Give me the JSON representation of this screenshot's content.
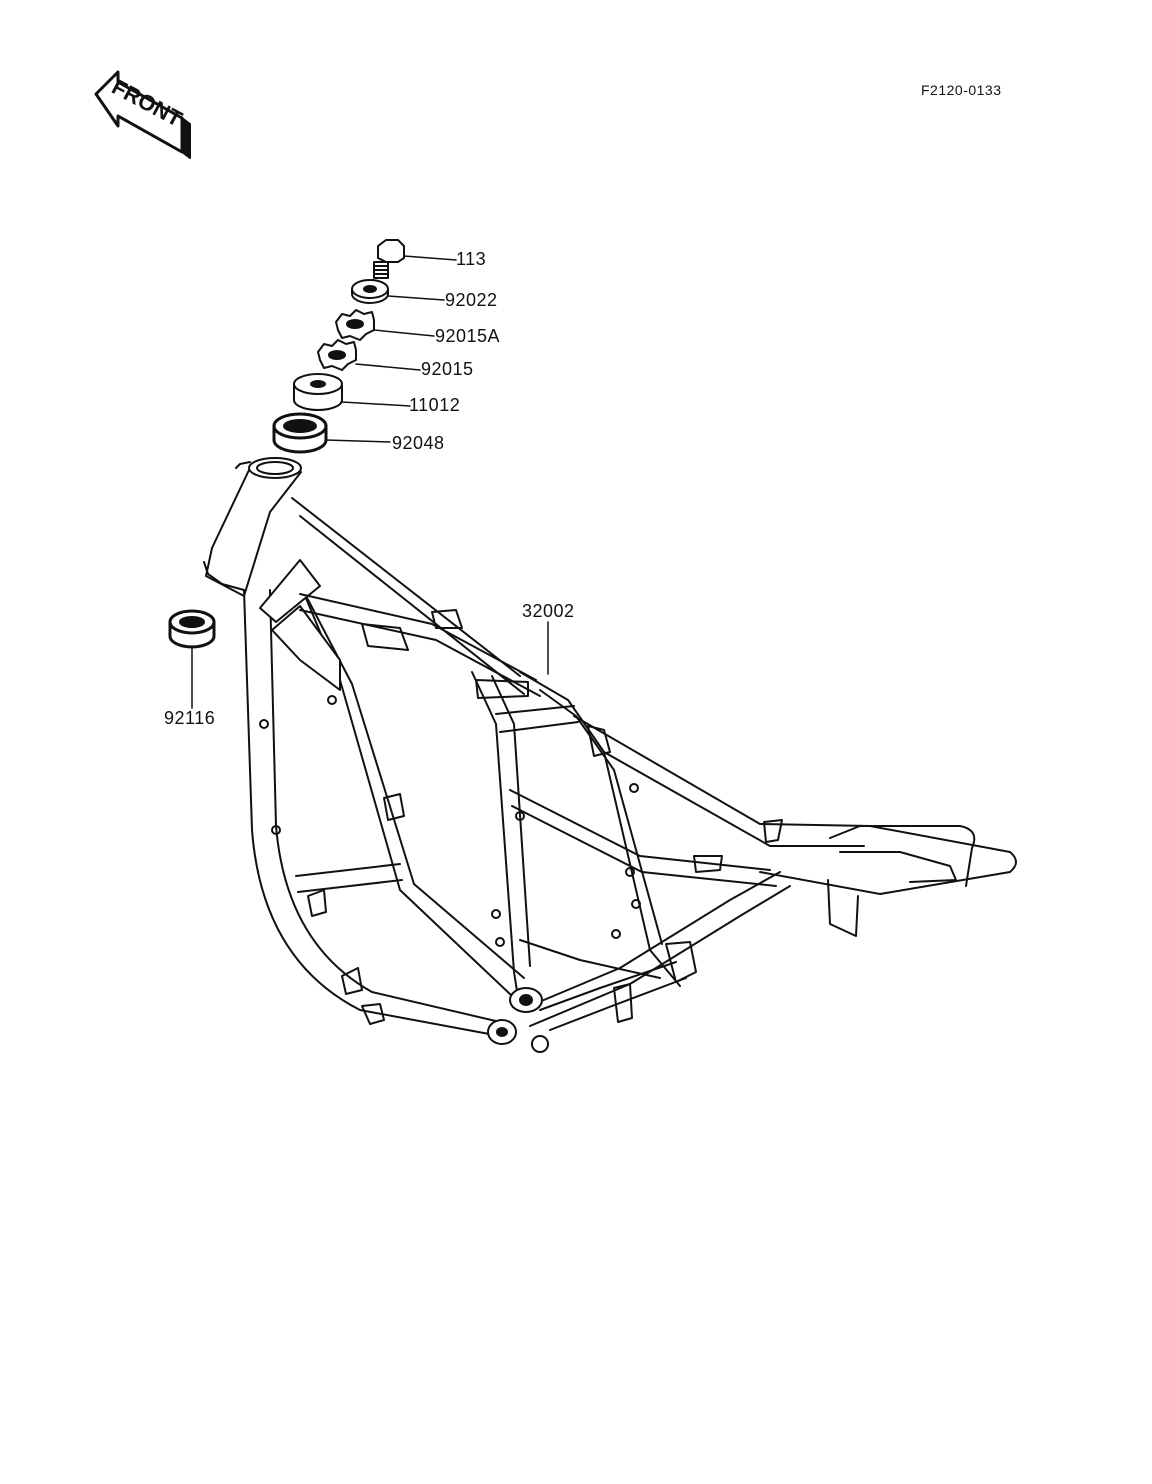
{
  "drawing_ref": "F2120-0133",
  "front_label": "FRONT",
  "parts": [
    {
      "id": "p113",
      "code": "113"
    },
    {
      "id": "p92022",
      "code": "92022"
    },
    {
      "id": "p92015A",
      "code": "92015A"
    },
    {
      "id": "p92015",
      "code": "92015"
    },
    {
      "id": "p11012",
      "code": "11012"
    },
    {
      "id": "p92048",
      "code": "92048"
    },
    {
      "id": "p32002",
      "code": "32002"
    },
    {
      "id": "p92116",
      "code": "92116"
    }
  ],
  "colors": {
    "line": "#111111",
    "background": "#ffffff"
  }
}
